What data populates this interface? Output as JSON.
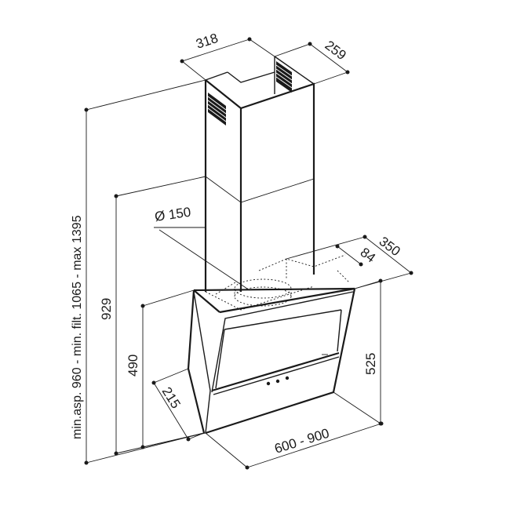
{
  "dimensions": {
    "chimney_width": "318",
    "chimney_depth": "259",
    "duct_diameter": "Ø 150",
    "hood_depth": "350",
    "outlet_offset": "84",
    "total_height_range": "min.asp. 960 - min. filt. 1065 - max 1395",
    "body_height": "929",
    "panel_height": "490",
    "front_height": "525",
    "bottom_depth": "215",
    "hood_width": "600 - 900"
  }
}
